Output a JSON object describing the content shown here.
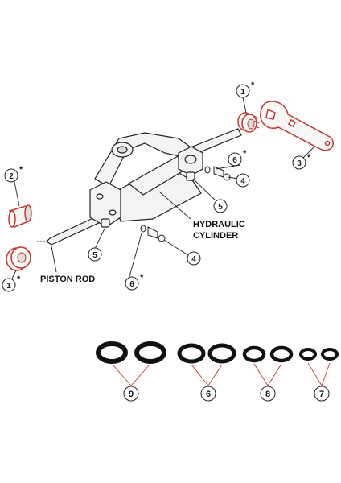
{
  "labels": {
    "hydraulic_line1": "HYDRAULIC",
    "hydraulic_line2": "CYLINDER",
    "piston_rod": "PISTON ROD"
  },
  "callouts": {
    "c1_top": "1",
    "c1_bottom": "1",
    "c2": "2",
    "c3": "3",
    "c4_upper": "4",
    "c4_lower": "4",
    "c5_left": "5",
    "c5_right": "5",
    "c6_upper": "6",
    "c6_lower": "6",
    "star": "*"
  },
  "oring_groups": {
    "g9": "9",
    "g6": "6",
    "g8": "8",
    "g7": "7"
  },
  "colors": {
    "highlight": "#c0392b",
    "line": "#222222",
    "oring": "#111111"
  }
}
